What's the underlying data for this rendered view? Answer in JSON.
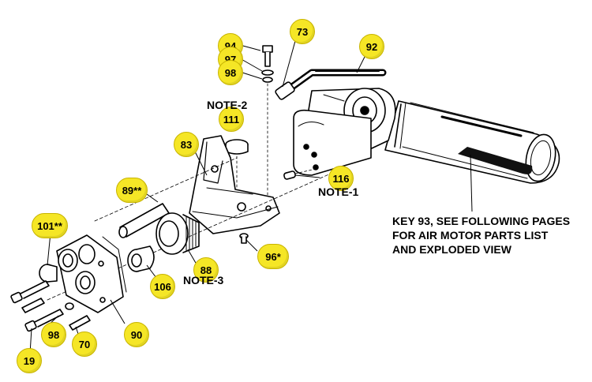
{
  "callouts": {
    "c94": "94",
    "c97": "97",
    "c98a": "98",
    "c73": "73",
    "c92": "92",
    "c111": "111",
    "c83": "83",
    "c116": "116",
    "c89": "89**",
    "c101": "101**",
    "c88": "88",
    "c96": "96*",
    "c106": "106",
    "c98b": "98",
    "c70": "70",
    "c90": "90",
    "c19": "19"
  },
  "notes": {
    "note2": "NOTE-2",
    "note1": "NOTE-1",
    "note3": "NOTE-3"
  },
  "key93_note": [
    "KEY 93, SEE FOLLOWING PAGES",
    "FOR AIR MOTOR PARTS LIST",
    "AND EXPLODED VIEW"
  ],
  "colors": {
    "callout_fill": "#f5e626",
    "line_art": "#000000"
  }
}
